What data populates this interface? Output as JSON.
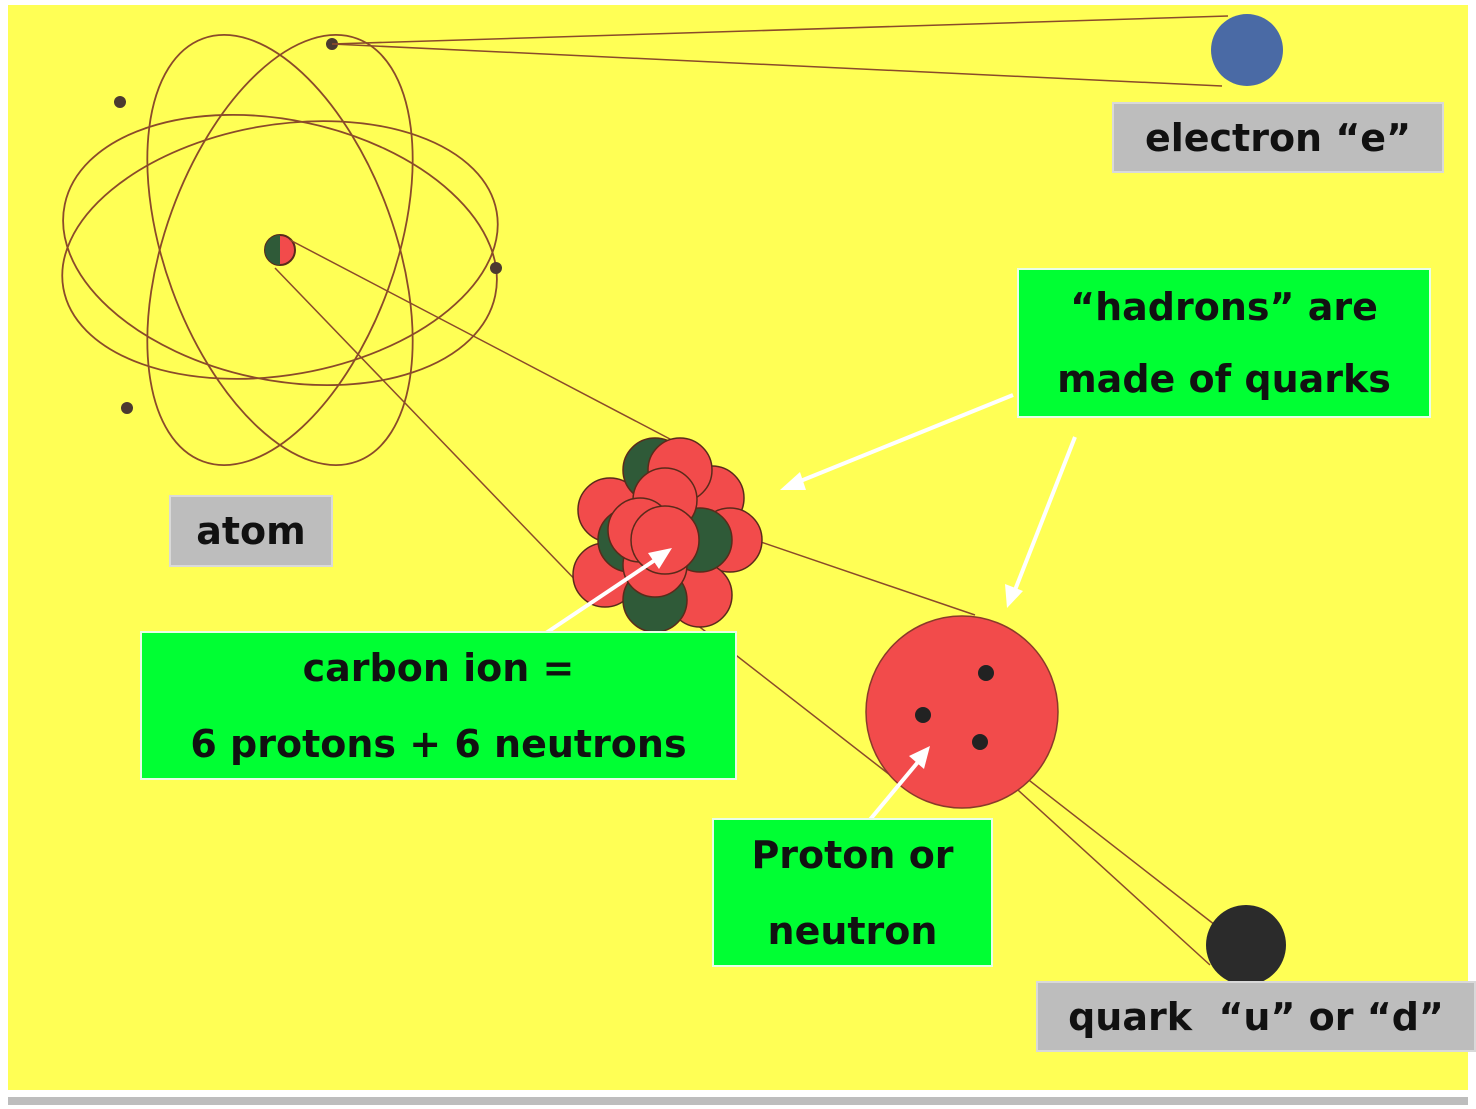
{
  "colors": {
    "background": "#ffff55",
    "label_gray": "#bdbdbd",
    "label_green": "#00ff33",
    "proton": "#f24b4b",
    "neutron": "#2f5a38",
    "electron": "#4a6aa5",
    "quark": "#2b2b2b",
    "orbit": "#8a4a2a",
    "arrow": "#ffffff"
  },
  "labels": {
    "electron": "electron “e”",
    "hadrons_line1": "“hadrons” are",
    "hadrons_line2": "made of quarks",
    "atom": "atom",
    "carbon_line1": "carbon ion =",
    "carbon_line2": "6 protons + 6 neutrons",
    "nucleon_line1": "Proton or",
    "nucleon_line2": "neutron",
    "quark": "quark  “u” or “d”"
  }
}
